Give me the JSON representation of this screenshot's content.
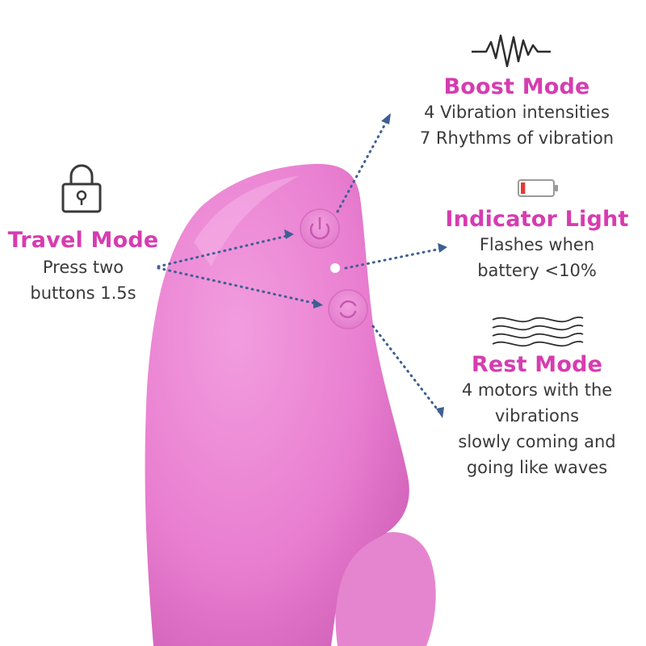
{
  "colors": {
    "accent": "#d63cb0",
    "text": "#3a3a3a",
    "product": "#e97ed0",
    "arrow": "#3e5f94",
    "battery_low": "#e53935"
  },
  "travel_mode": {
    "icon": "lock-icon",
    "title": "Travel Mode",
    "lines": [
      "Press two",
      "buttons 1.5s"
    ]
  },
  "boost_mode": {
    "icon": "waveform-icon",
    "title": "Boost Mode",
    "lines": [
      "4 Vibration intensities",
      "7 Rhythms of vibration"
    ]
  },
  "indicator_light": {
    "icon": "battery-low-icon",
    "title": "Indicator Light",
    "lines": [
      "Flashes when",
      "battery <10%"
    ],
    "battery_level": 0.1
  },
  "rest_mode": {
    "icon": "waves-icon",
    "title": "Rest Mode",
    "lines": [
      "4 motors with the",
      "vibrations",
      "slowly coming and",
      "going like waves"
    ]
  }
}
